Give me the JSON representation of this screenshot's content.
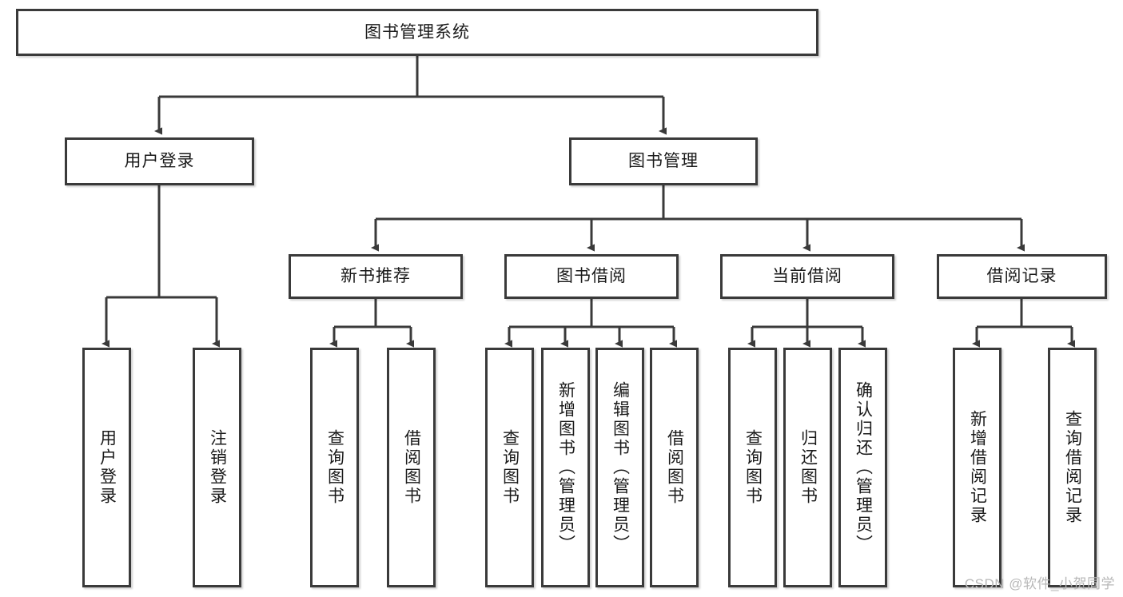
{
  "diagram": {
    "title_box": {
      "label": "图书管理系统"
    },
    "level2": [
      {
        "id": "user-login",
        "label": "用户登录"
      },
      {
        "id": "book-management",
        "label": "图书管理"
      }
    ],
    "level3": [
      {
        "id": "new-book-recommend",
        "label": "新书推荐"
      },
      {
        "id": "book-borrow",
        "label": "图书借阅"
      },
      {
        "id": "current-borrow",
        "label": "当前借阅"
      },
      {
        "id": "borrow-record",
        "label": "借阅记录"
      }
    ],
    "leaves": {
      "user_login": [
        {
          "id": "leaf-user-login",
          "label": "用户登录"
        },
        {
          "id": "leaf-logout-login",
          "label": "注销登录"
        }
      ],
      "new_book_recommend": [
        {
          "id": "leaf-query-book-1",
          "label": "查询图书"
        },
        {
          "id": "leaf-borrow-book-1",
          "label": "借阅图书"
        }
      ],
      "book_borrow": [
        {
          "id": "leaf-query-book-2",
          "label": "查询图书"
        },
        {
          "id": "leaf-add-book-admin",
          "label": "新增图书（管理员）"
        },
        {
          "id": "leaf-edit-book-admin",
          "label": "编辑图书（管理员）"
        },
        {
          "id": "leaf-borrow-book-2",
          "label": "借阅图书"
        }
      ],
      "current_borrow": [
        {
          "id": "leaf-query-book-3",
          "label": "查询图书"
        },
        {
          "id": "leaf-return-book",
          "label": "归还图书"
        },
        {
          "id": "leaf-confirm-return-admin",
          "label": "确认归还（管理员）"
        }
      ],
      "borrow_record": [
        {
          "id": "leaf-add-borrow-record",
          "label": "新增借阅记录"
        },
        {
          "id": "leaf-query-borrow-record",
          "label": "查询借阅记录"
        }
      ]
    },
    "watermark": "CSDN @软件_小贺同学",
    "colors": {
      "stroke": "#3a3a3a",
      "fill": "#ffffff",
      "text": "#1a1a1a",
      "watermark": "#b8b8b8"
    }
  }
}
